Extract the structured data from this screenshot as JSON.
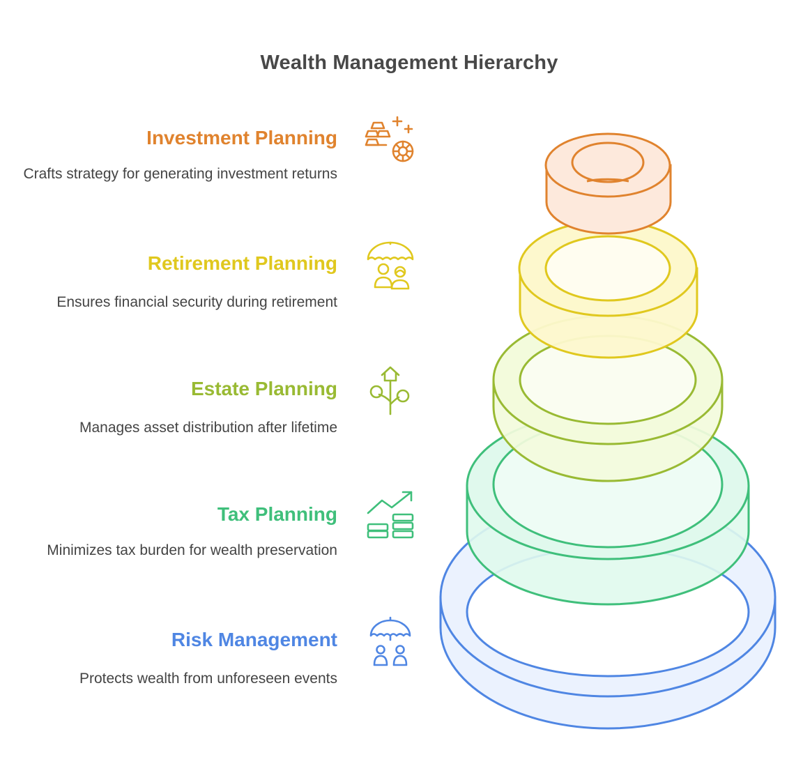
{
  "title": "Wealth Management Hierarchy",
  "levels": [
    {
      "title": "Investment Planning",
      "description": "Crafts strategy for generating investment returns",
      "color": "#e0832e",
      "fill": "#fde9dc",
      "icon": "gold-bars-coin-icon"
    },
    {
      "title": "Retirement Planning",
      "description": "Ensures financial security during retirement",
      "color": "#e0c81e",
      "fill": "#fdf8cd",
      "icon": "umbrella-couple-icon"
    },
    {
      "title": "Estate Planning",
      "description": "Manages asset distribution after lifetime",
      "color": "#99ba33",
      "fill": "#f3fbdc",
      "icon": "house-growth-tree-icon"
    },
    {
      "title": "Tax Planning",
      "description": "Minimizes tax burden for wealth preservation",
      "color": "#3fbf7b",
      "fill": "#e0f9ed",
      "icon": "money-growth-chart-icon"
    },
    {
      "title": "Risk Management",
      "description": "Protects wealth from unforeseen events",
      "color": "#4f86e3",
      "fill": "#ebf2fe",
      "icon": "umbrella-people-icon"
    }
  ]
}
